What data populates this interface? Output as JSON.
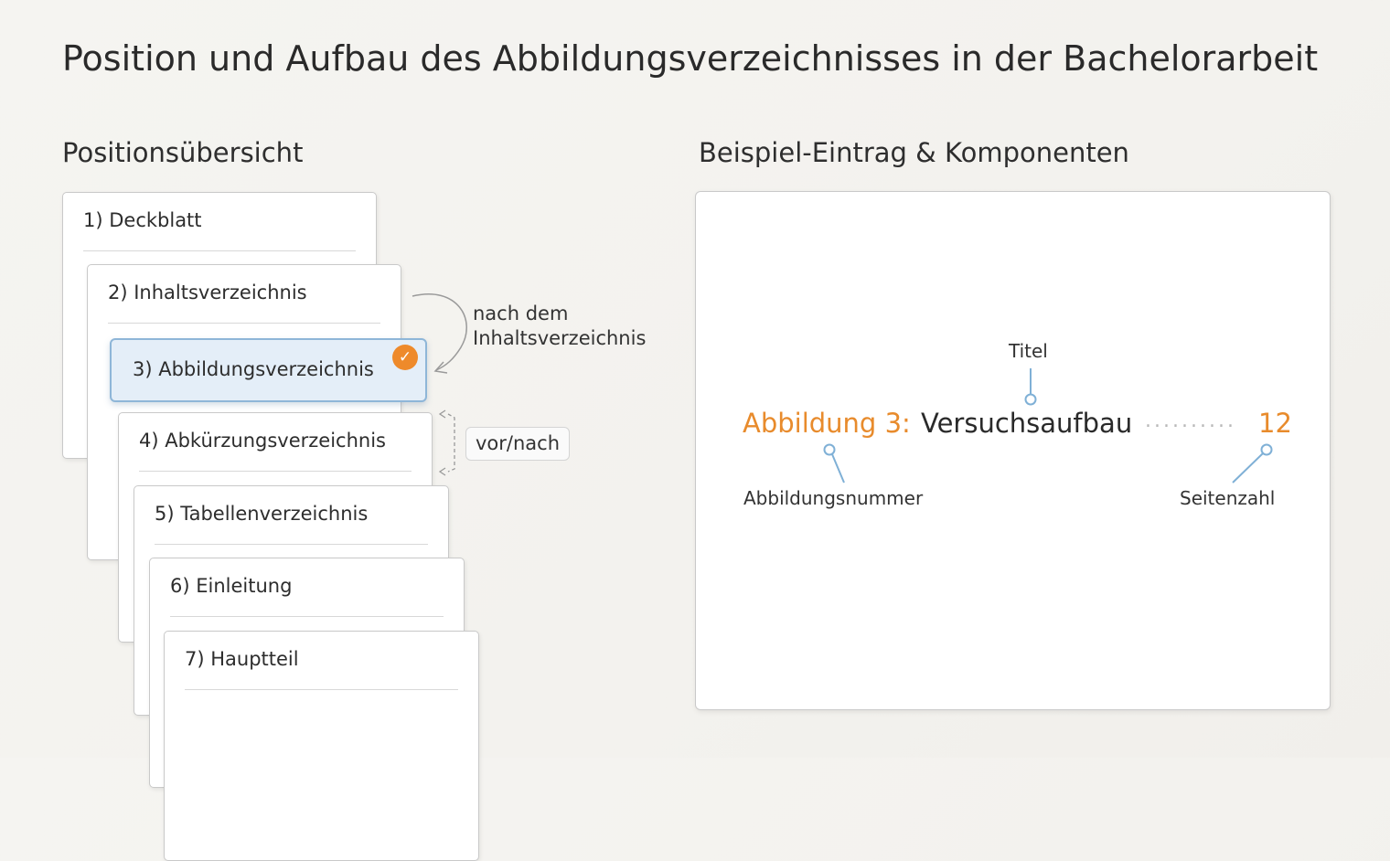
{
  "title": "Position und Aufbau des Abbildungsverzeichnisses in der Bachelorarbeit",
  "left_section": {
    "heading": "Positionsübersicht",
    "pages": [
      {
        "label": "1) Deckblatt"
      },
      {
        "label": "2) Inhaltsverzeichnis"
      },
      {
        "label": "3) Abbildungsverzeichnis",
        "highlighted": true
      },
      {
        "label": "4) Abkürzungsverzeichnis"
      },
      {
        "label": "5) Tabellenverzeichnis"
      },
      {
        "label": "6) Einleitung"
      },
      {
        "label": "7) Hauptteil"
      }
    ],
    "note_line1": "nach dem",
    "note_line2": "Inhaltsverzeichnis",
    "tag": "vor/nach",
    "icons": {
      "check": "check-badge-icon",
      "arrow": "curved-arrow-icon",
      "bracket": "dashed-bracket-arrow-icon"
    }
  },
  "right_section": {
    "heading": "Beispiel-Eintrag & Komponenten",
    "entry": {
      "number": "Abbildung 3:",
      "title": "Versuchsaufbau",
      "leader": "..........",
      "page": "12"
    },
    "callouts": {
      "title_label": "Titel",
      "number_label": "Abbildungsnummer",
      "page_label": "Seitenzahl"
    }
  },
  "colors": {
    "accent": "#e88b2c",
    "highlight_fill": "#e4eef8",
    "highlight_border": "#8eb6d8",
    "connector": "#7fb0d6"
  }
}
